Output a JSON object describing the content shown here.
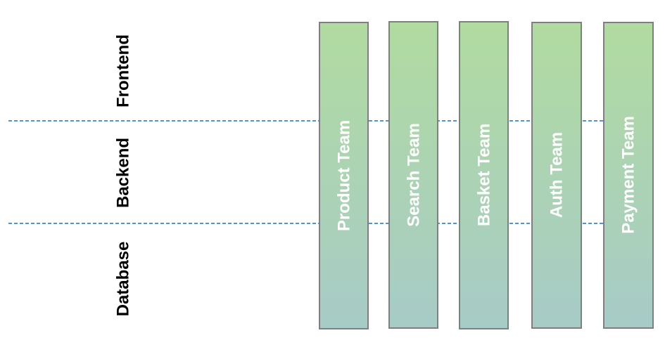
{
  "layers": [
    {
      "label": "Frontend"
    },
    {
      "label": "Backend"
    },
    {
      "label": "Database"
    }
  ],
  "teams": [
    {
      "label": "Product Team"
    },
    {
      "label": "Search Team"
    },
    {
      "label": "Basket Team"
    },
    {
      "label": "Auth Team"
    },
    {
      "label": "Payment Team"
    }
  ],
  "colors": {
    "box_top": "#b1dba0",
    "box_bottom": "#a7cbc7",
    "box_border": "#7f7f7f",
    "divider": "#1f6fb5",
    "layer_text": "#000000",
    "team_text": "#ffffff"
  }
}
